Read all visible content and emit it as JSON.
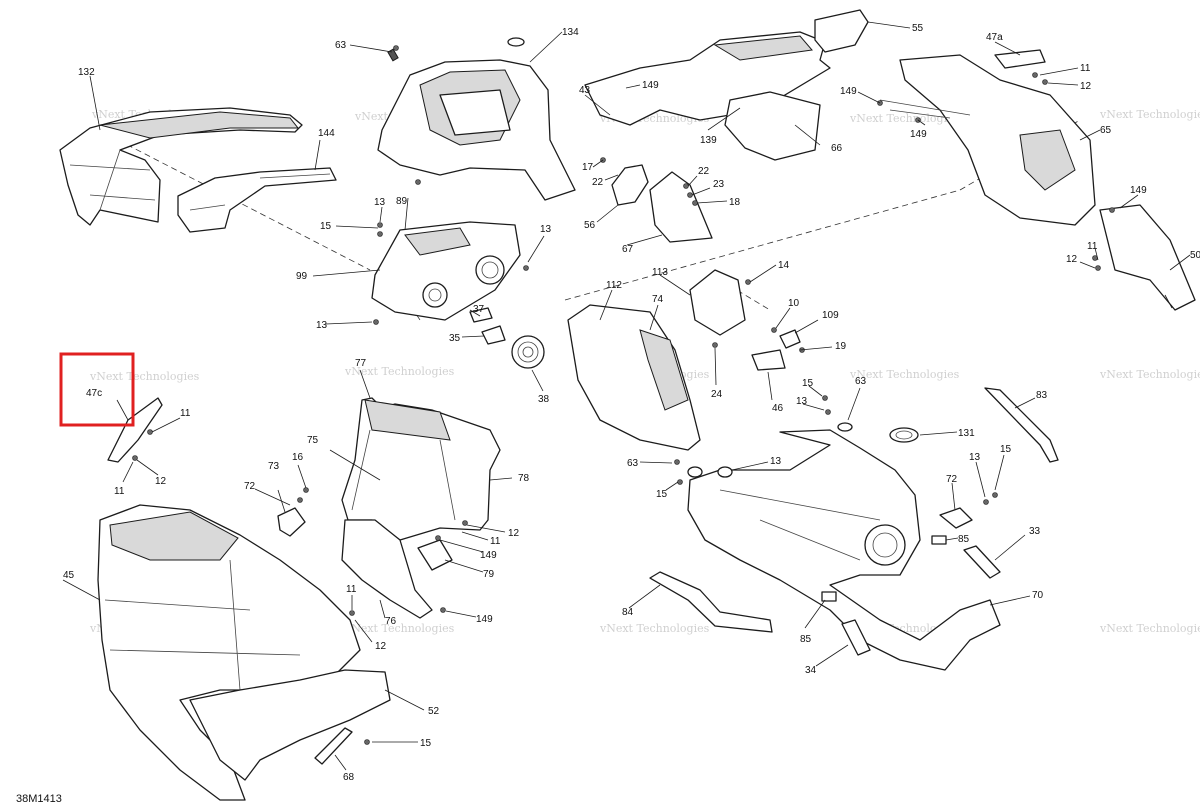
{
  "diagram": {
    "reference_code": "38M1413",
    "watermark_text": "vNext Technologies",
    "highlight_label": "47c",
    "callouts": [
      "132",
      "144",
      "63",
      "134",
      "43",
      "149",
      "139",
      "55",
      "47a",
      "11",
      "12",
      "149",
      "149",
      "65",
      "15",
      "13",
      "89",
      "13",
      "99",
      "13",
      "37",
      "35",
      "38",
      "17",
      "22",
      "22",
      "23",
      "18",
      "56",
      "67",
      "66",
      "113",
      "14",
      "112",
      "74",
      "10",
      "109",
      "19",
      "24",
      "46",
      "149",
      "11",
      "12",
      "50",
      "77",
      "47c",
      "11",
      "12",
      "11",
      "75",
      "73",
      "16",
      "72",
      "78",
      "12",
      "11",
      "149",
      "79",
      "45",
      "11",
      "76",
      "12",
      "149",
      "52",
      "15",
      "68",
      "83",
      "15",
      "13",
      "63",
      "131",
      "15",
      "63",
      "13",
      "15",
      "13",
      "72",
      "85",
      "33",
      "84",
      "85",
      "70",
      "34"
    ]
  }
}
